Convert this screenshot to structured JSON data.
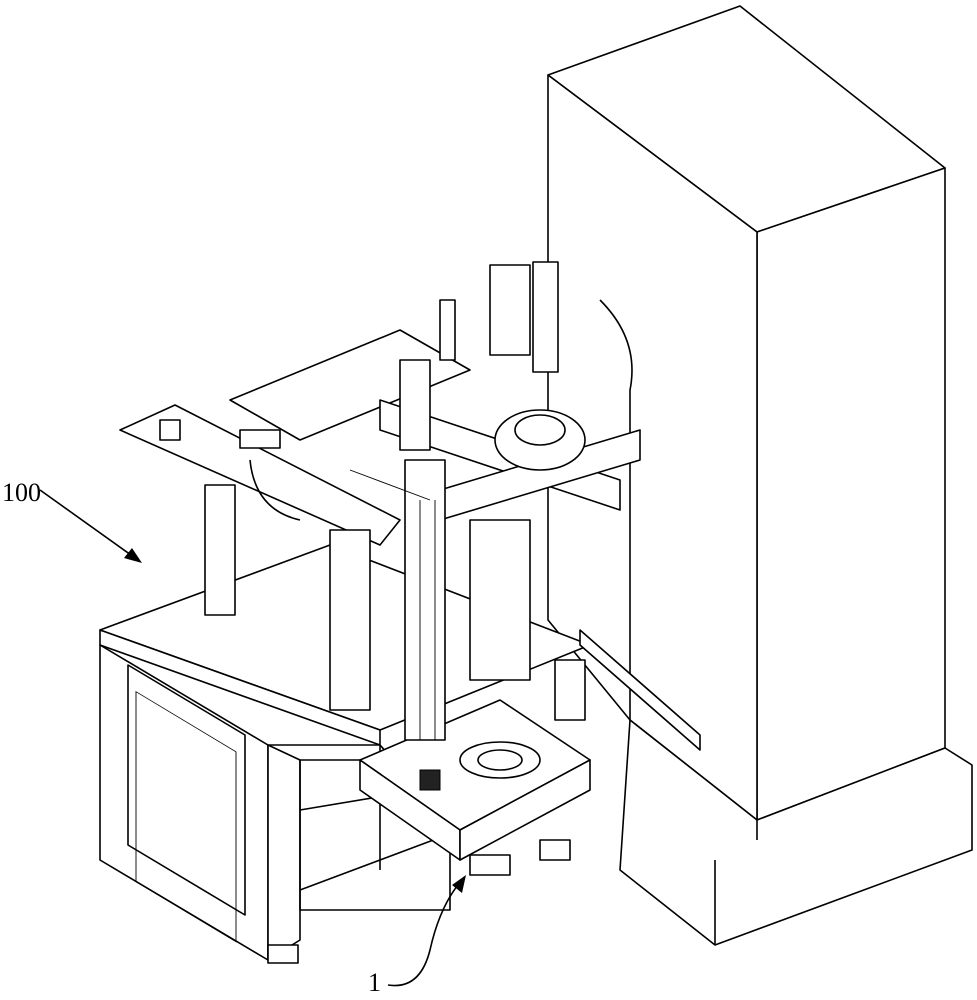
{
  "figure": {
    "reference_labels": [
      {
        "id": "machine",
        "text": "100"
      },
      {
        "id": "module",
        "text": "1"
      }
    ]
  }
}
